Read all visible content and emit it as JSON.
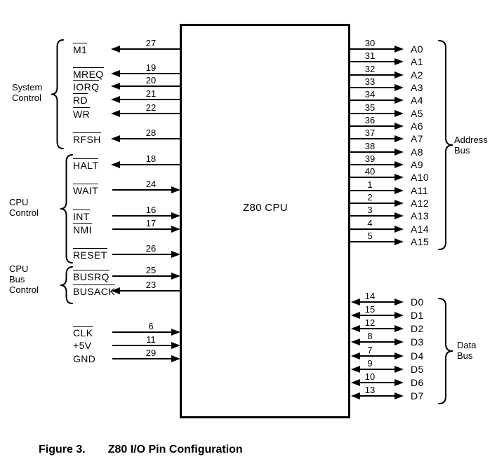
{
  "diagram": {
    "chip_label": "Z80 CPU",
    "caption": {
      "prefix": "Figure 3.",
      "title": "Z80 I/O Pin Configuration"
    },
    "colors": {
      "line": "#000000",
      "background": "#ffffff"
    }
  },
  "left_groups": [
    {
      "name": "system-control",
      "label_lines": [
        "System",
        "Control"
      ],
      "pins": [
        "M1",
        "MREQ",
        "IORQ",
        "RD",
        "WR",
        "RFSH"
      ]
    },
    {
      "name": "cpu-control",
      "label_lines": [
        "CPU",
        "Control"
      ],
      "pins": [
        "HALT",
        "WAIT",
        "INT",
        "NMI",
        "RESET"
      ]
    },
    {
      "name": "cpu-bus-control",
      "label_lines": [
        "CPU",
        "Bus",
        "Control"
      ],
      "pins": [
        "BUSRQ",
        "BUSACK"
      ]
    }
  ],
  "right_groups": [
    {
      "name": "address-bus",
      "label_lines": [
        "Address",
        "Bus"
      ],
      "pins": [
        "A0",
        "A1",
        "A2",
        "A3",
        "A4",
        "A5",
        "A6",
        "A7",
        "A8",
        "A9",
        "A10",
        "A11",
        "A12",
        "A13",
        "A14",
        "A15"
      ]
    },
    {
      "name": "data-bus",
      "label_lines": [
        "Data",
        "Bus"
      ],
      "pins": [
        "D0",
        "D1",
        "D2",
        "D3",
        "D4",
        "D5",
        "D6",
        "D7"
      ]
    }
  ],
  "left_pins": [
    {
      "label": "M1",
      "overline": true,
      "pin": "27",
      "dir": "out"
    },
    {
      "label": "MREQ",
      "overline": true,
      "pin": "19",
      "dir": "out"
    },
    {
      "label": "IORQ",
      "overline": true,
      "pin": "20",
      "dir": "out"
    },
    {
      "label": "RD",
      "overline": true,
      "pin": "21",
      "dir": "out"
    },
    {
      "label": "WR",
      "overline": true,
      "pin": "22",
      "dir": "out"
    },
    {
      "label": "RFSH",
      "overline": true,
      "pin": "28",
      "dir": "out"
    },
    {
      "label": "HALT",
      "overline": true,
      "pin": "18",
      "dir": "out"
    },
    {
      "label": "WAIT",
      "overline": true,
      "pin": "24",
      "dir": "in"
    },
    {
      "label": "INT",
      "overline": true,
      "pin": "16",
      "dir": "in"
    },
    {
      "label": "NMI",
      "overline": true,
      "pin": "17",
      "dir": "in"
    },
    {
      "label": "RESET",
      "overline": true,
      "pin": "26",
      "dir": "in"
    },
    {
      "label": "BUSRQ",
      "overline": true,
      "pin": "25",
      "dir": "in"
    },
    {
      "label": "BUSACK",
      "overline": true,
      "pin": "23",
      "dir": "out"
    },
    {
      "label": "CLK",
      "overline": true,
      "pin": "6",
      "dir": "in"
    },
    {
      "label": "+5V",
      "overline": false,
      "pin": "11",
      "dir": "in"
    },
    {
      "label": "GND",
      "overline": false,
      "pin": "29",
      "dir": "in"
    }
  ],
  "address_pins": [
    {
      "label": "A0",
      "pin": "30",
      "dir": "out"
    },
    {
      "label": "A1",
      "pin": "31",
      "dir": "out"
    },
    {
      "label": "A2",
      "pin": "32",
      "dir": "out"
    },
    {
      "label": "A3",
      "pin": "33",
      "dir": "out"
    },
    {
      "label": "A4",
      "pin": "34",
      "dir": "out"
    },
    {
      "label": "A5",
      "pin": "35",
      "dir": "out"
    },
    {
      "label": "A6",
      "pin": "36",
      "dir": "out"
    },
    {
      "label": "A7",
      "pin": "37",
      "dir": "out"
    },
    {
      "label": "A8",
      "pin": "38",
      "dir": "out"
    },
    {
      "label": "A9",
      "pin": "39",
      "dir": "out"
    },
    {
      "label": "A10",
      "pin": "40",
      "dir": "out"
    },
    {
      "label": "A11",
      "pin": "1",
      "dir": "out"
    },
    {
      "label": "A12",
      "pin": "2",
      "dir": "out"
    },
    {
      "label": "A13",
      "pin": "3",
      "dir": "out"
    },
    {
      "label": "A14",
      "pin": "4",
      "dir": "out"
    },
    {
      "label": "A15",
      "pin": "5",
      "dir": "out"
    }
  ],
  "data_pins": [
    {
      "label": "D0",
      "pin": "14",
      "dir": "bidir"
    },
    {
      "label": "D1",
      "pin": "15",
      "dir": "bidir"
    },
    {
      "label": "D2",
      "pin": "12",
      "dir": "bidir"
    },
    {
      "label": "D3",
      "pin": "8",
      "dir": "bidir"
    },
    {
      "label": "D4",
      "pin": "7",
      "dir": "bidir"
    },
    {
      "label": "D5",
      "pin": "9",
      "dir": "bidir"
    },
    {
      "label": "D6",
      "pin": "10",
      "dir": "bidir"
    },
    {
      "label": "D7",
      "pin": "13",
      "dir": "bidir"
    }
  ]
}
